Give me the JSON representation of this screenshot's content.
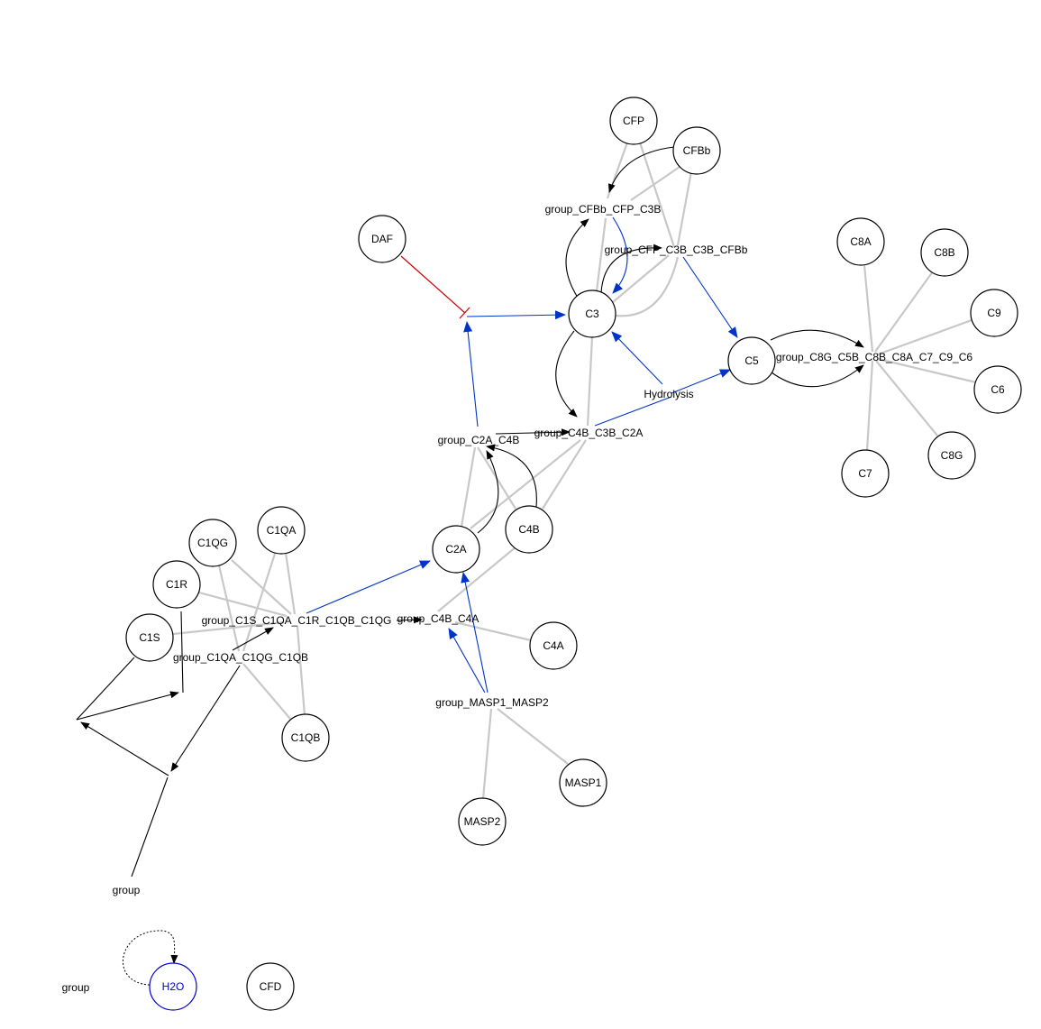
{
  "nodes": {
    "cfp": "CFP",
    "cfbb": "CFBb",
    "daf": "DAF",
    "c3": "C3",
    "c8a": "C8A",
    "c8b": "C8B",
    "c9": "C9",
    "c5": "C5",
    "c6": "C6",
    "c8g": "C8G",
    "c7": "C7",
    "c2a": "C2A",
    "c4b": "C4B",
    "c1qg": "C1QG",
    "c1qa": "C1QA",
    "c1r": "C1R",
    "c1s": "C1S",
    "c1qb": "C1QB",
    "c4a": "C4A",
    "masp1": "MASP1",
    "masp2": "MASP2",
    "h2o": "H2O",
    "cfd": "CFD"
  },
  "groups": {
    "cfbb_cfp_c3b": "group_CFBb_CFP_C3B",
    "cfp_c3b_c3b_cfbb": "group_CFP_C3B_C3B_CFBb",
    "c8g_c5b_c8b_c8a_c7_c9_c6": "group_C8G_C5B_C8B_C8A_C7_C9_C6",
    "hydrolysis": "Hydrolysis",
    "c2a_c4b": "group_C2A_C4B",
    "c4b_c3b_c2a": "group_C4B_C3B_C2A",
    "c1s_c1qa_c1r_c1qb_c1qg": "group_C1S_C1QA_C1R_C1QB_C1QG",
    "c4b_c4a": "group_C4B_C4A",
    "c1qa_c1qg_c1qb": "group_C1QA_C1QG_C1QB",
    "masp1_masp2": "group_MASP1_MASP2",
    "group_bottom": "group",
    "group_isolated": "group"
  },
  "colors": {
    "activation": "#0033cc",
    "inhibition": "#cc0000",
    "membership": "#c8c8c8",
    "reaction": "#000000",
    "h2o_node": "#0000cc"
  },
  "icons": {
    "activation_arrow": "arrowhead-icon",
    "inhibition_bar": "tee-bar-icon"
  }
}
